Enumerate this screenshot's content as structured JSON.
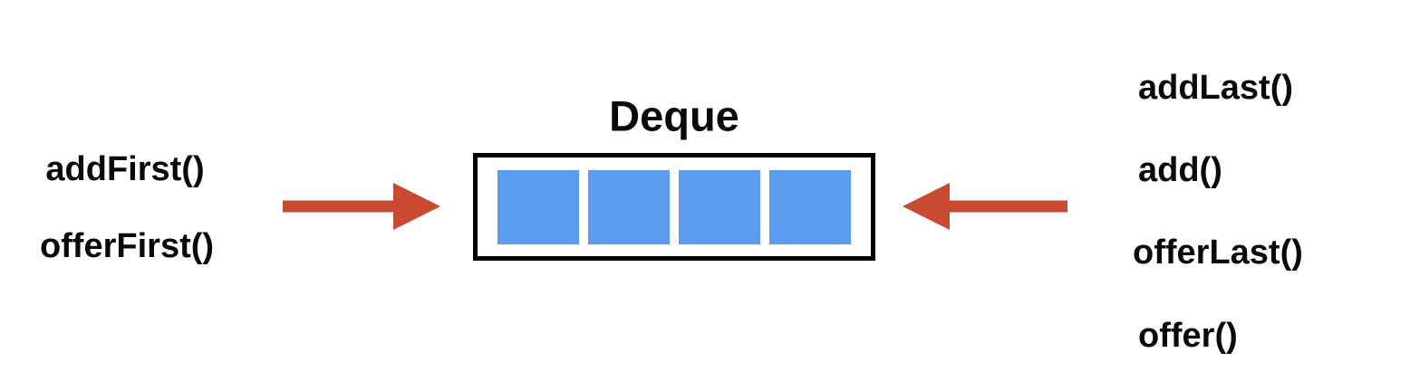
{
  "deque": {
    "title": "Deque",
    "cell_count": 4
  },
  "left_methods": {
    "items": [
      "addFirst()",
      "offerFirst()"
    ]
  },
  "right_methods": {
    "items": [
      "addLast()",
      "add()",
      "offerLast()",
      "offer()"
    ]
  },
  "arrows": [
    {
      "name": "insert-at-front-arrow",
      "direction": "right"
    },
    {
      "name": "insert-at-back-arrow",
      "direction": "left"
    }
  ],
  "colors": {
    "cell": "#5C9CEE",
    "arrow": "#C94A33",
    "border": "#000000",
    "text": "#0A0A0A",
    "background": "#FFFFFF"
  }
}
